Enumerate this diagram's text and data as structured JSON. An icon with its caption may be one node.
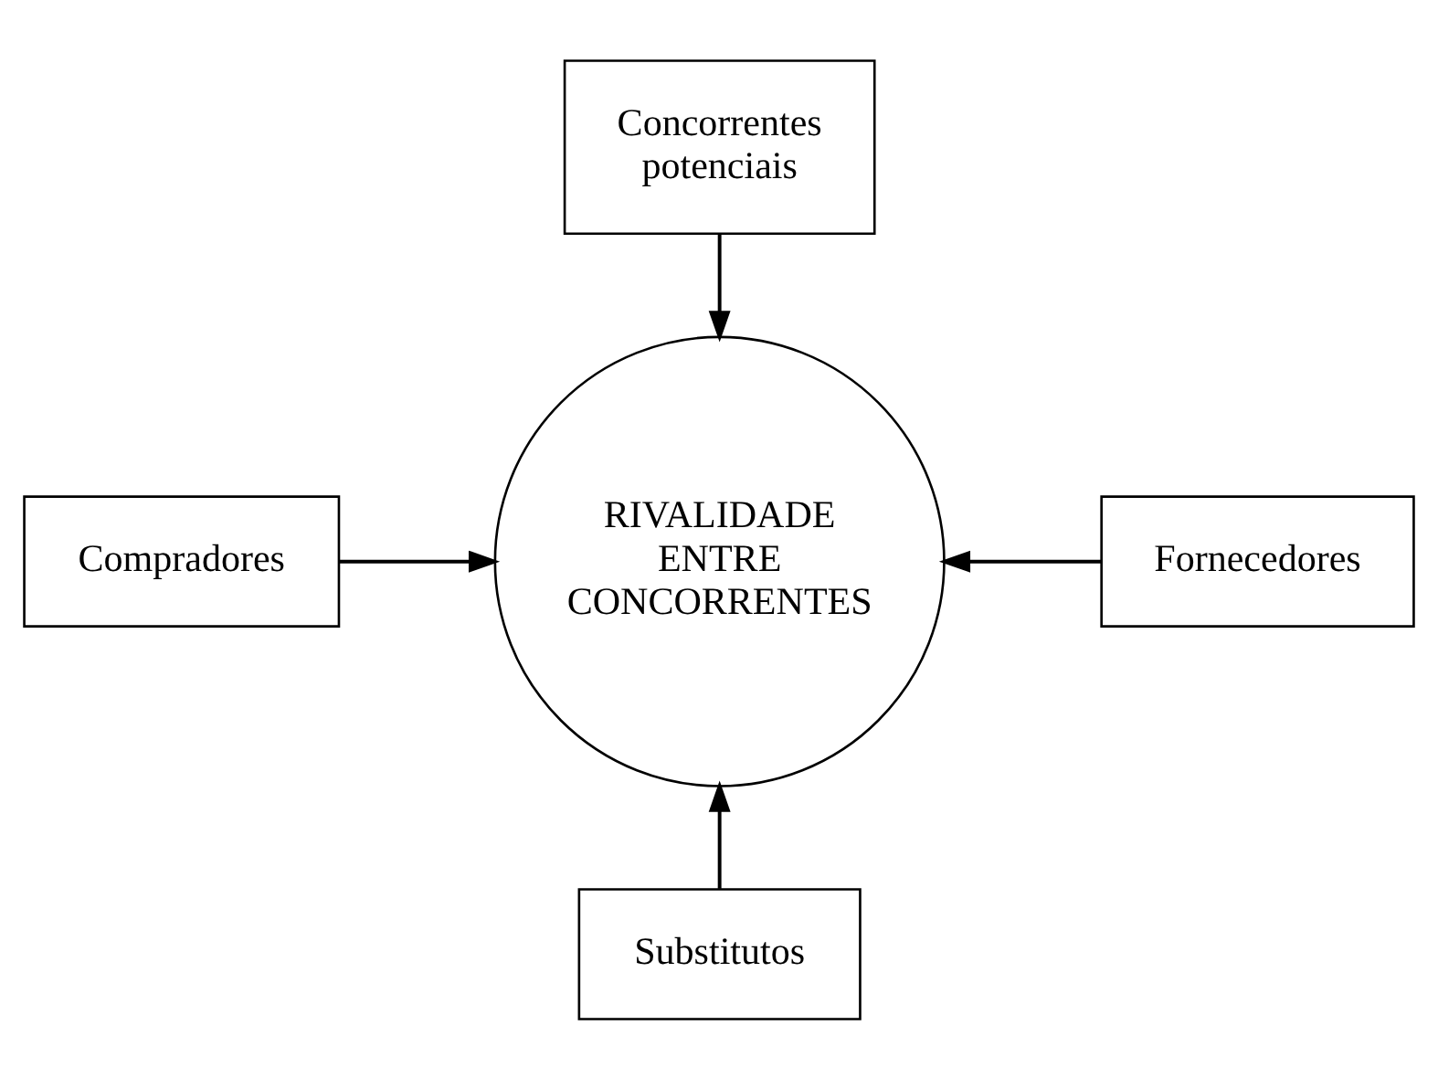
{
  "diagram": {
    "nodes": [
      {
        "text": [
          "Concorrentes potenciais"
        ]
      },
      {
        "text": [
          "Compradores"
        ]
      },
      {
        "text": [
          "RIVALIDADE ENTRE CONCORRENTES"
        ]
      },
      {
        "text": [
          "Fornecedores"
        ]
      },
      {
        "text": [
          "Substitutos"
        ]
      }
    ],
    "edges": [
      {
        "from": 0,
        "to": 2,
        "arrow": "to"
      },
      {
        "from": 1,
        "to": 2,
        "arrow": "to"
      },
      {
        "from": 3,
        "to": 2,
        "arrow": "to"
      },
      {
        "from": 4,
        "to": 2,
        "arrow": "to"
      }
    ]
  }
}
